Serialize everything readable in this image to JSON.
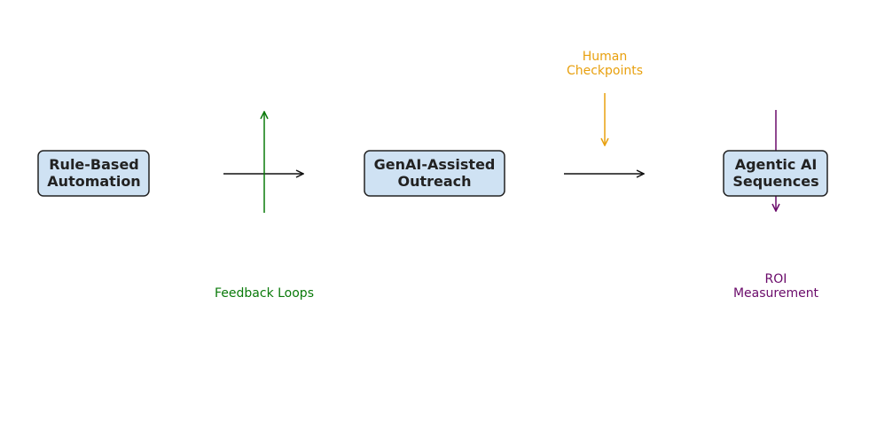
{
  "nodes": {
    "rule_based": {
      "line1": "Rule-Based",
      "line2": "Automation"
    },
    "genai": {
      "line1": "GenAI-Assisted",
      "line2": "Outreach"
    },
    "agentic": {
      "line1": "Agentic AI",
      "line2": "Sequences"
    }
  },
  "annotations": {
    "feedback": {
      "text": "Feedback Loops",
      "color": "#0a7a0a"
    },
    "human": {
      "line1": "Human",
      "line2": "Checkpoints",
      "color": "#e8a00e"
    },
    "roi": {
      "line1": "ROI",
      "line2": "Measurement",
      "color": "#6a0a6a"
    }
  },
  "colors": {
    "arrow": "#111111",
    "box_fill": "#cfe2f3"
  }
}
